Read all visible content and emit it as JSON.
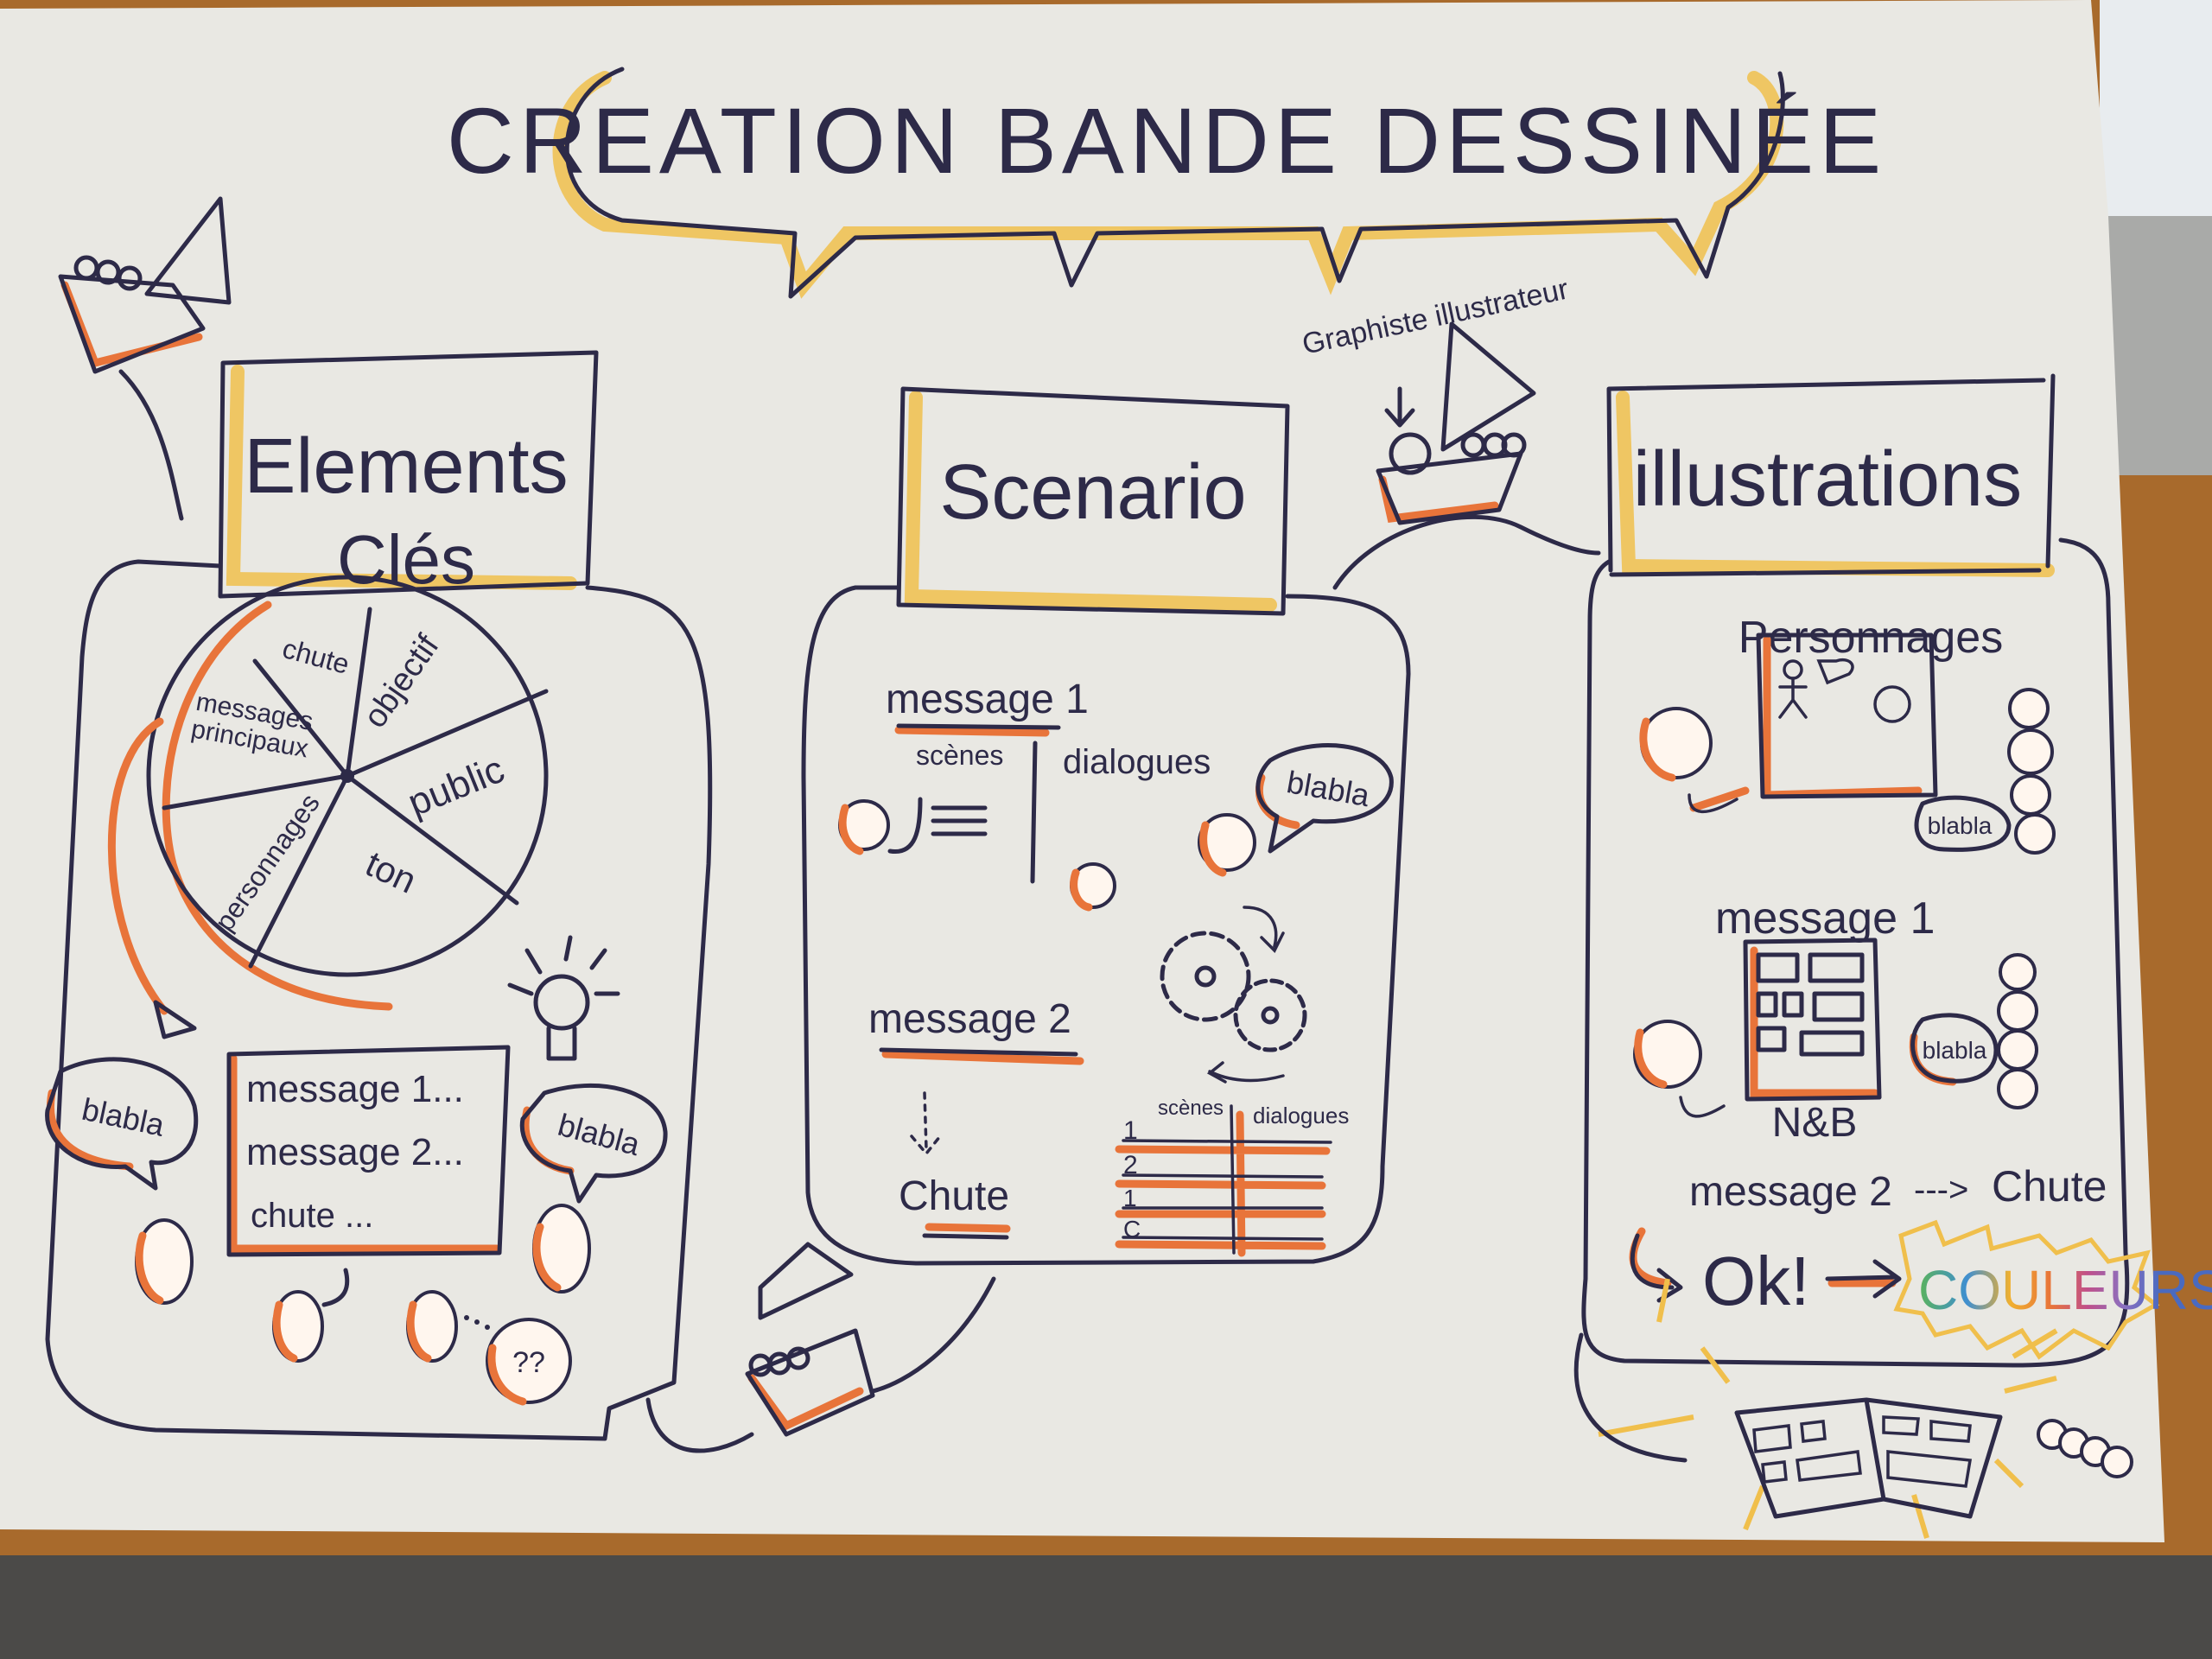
{
  "title": "CREATION BANDE DESSINÉE",
  "graphiste_label": "Graphiste illustrateur",
  "elements": {
    "heading_line1": "Elements",
    "heading_line2": "Clés",
    "pie_slices": [
      "chute",
      "objectif",
      "public",
      "ton",
      "personnages",
      "messages principaux"
    ],
    "list": [
      "message 1...",
      "message 2...",
      "chute ..."
    ],
    "bubble_left": "blabla",
    "bubble_right": "blabla",
    "question_face": "??"
  },
  "scenario": {
    "heading": "Scenario",
    "message1": "message 1",
    "scenes_label": "scènes",
    "dialogues_label": "dialogues",
    "bubble": "blabla",
    "message2": "message 2",
    "chute": "Chute",
    "table_headers": [
      "scènes",
      "dialogues"
    ],
    "table_rows": [
      "1",
      "2",
      "1",
      "C"
    ]
  },
  "illustrations": {
    "heading": "illustrations",
    "personnages": "Personnages",
    "bubble1": "blabla",
    "message1": "message 1",
    "bubble2": "blabla",
    "nb": "N&B",
    "message2": "message 2",
    "arrow": "--->",
    "chute": "Chute",
    "ok": "Ok!",
    "couleurs": "COULEURS"
  },
  "colors": {
    "ink": "#2d2a48",
    "orange": "#e8743a",
    "yellow": "#f0bf4c",
    "paper": "#e9e8e3",
    "table": "#a86a2c"
  }
}
